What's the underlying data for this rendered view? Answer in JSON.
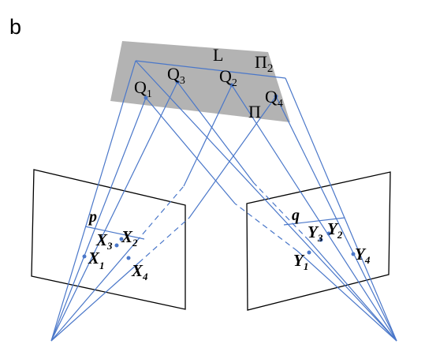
{
  "panel_label": "b",
  "plane": {
    "line_label": "L",
    "plane2_label": "Π",
    "plane2_sub": "2",
    "plane_label": "Π"
  },
  "scene_points": [
    {
      "id": "Q1",
      "base": "Q",
      "sub": "1"
    },
    {
      "id": "Q2",
      "base": "Q",
      "sub": "2"
    },
    {
      "id": "Q3",
      "base": "Q",
      "sub": "3"
    },
    {
      "id": "Q4",
      "base": "Q",
      "sub": "4"
    }
  ],
  "left_image": {
    "line_label": "p",
    "points": [
      {
        "id": "X1",
        "base": "X",
        "sub": "1"
      },
      {
        "id": "X2",
        "base": "X",
        "sub": "2"
      },
      {
        "id": "X3",
        "base": "X",
        "sub": "3"
      },
      {
        "id": "X4",
        "base": "X",
        "sub": "4"
      }
    ]
  },
  "right_image": {
    "line_label": "q",
    "points": [
      {
        "id": "Y1",
        "base": "Y",
        "sub": "1"
      },
      {
        "id": "Y2",
        "base": "Y",
        "sub": "2"
      },
      {
        "id": "Y3",
        "base": "Y",
        "sub": "3"
      },
      {
        "id": "Y4",
        "base": "Y",
        "sub": "4"
      }
    ]
  },
  "colors": {
    "ray": "#4a77c9",
    "plane_fill": "#b3b3b3",
    "frame": "#000000"
  }
}
